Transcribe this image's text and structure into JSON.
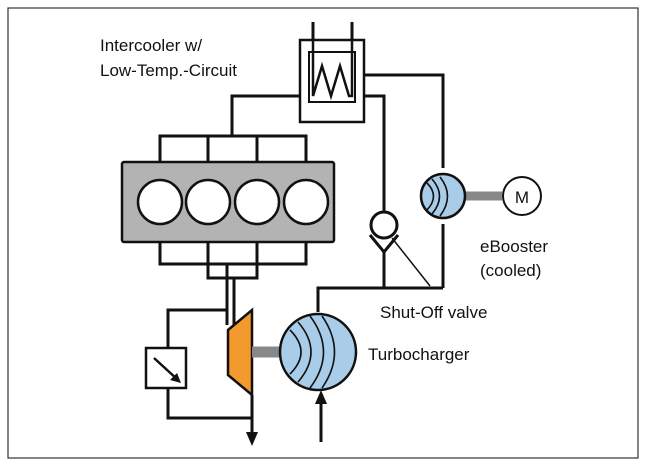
{
  "labels": {
    "intercooler_line1": "Intercooler w/",
    "intercooler_line2": "Low-Temp.-Circuit",
    "motor": "M",
    "ebooster_line1": "eBooster",
    "ebooster_line2": "(cooled)",
    "shutoff": "Shut-Off valve",
    "turbocharger": "Turbocharger"
  },
  "colors": {
    "line": "#111111",
    "engine_block": "#b3b3b3",
    "compressor": "#a9cde9",
    "turbine": "#f29a2e",
    "shaft": "#888888"
  }
}
